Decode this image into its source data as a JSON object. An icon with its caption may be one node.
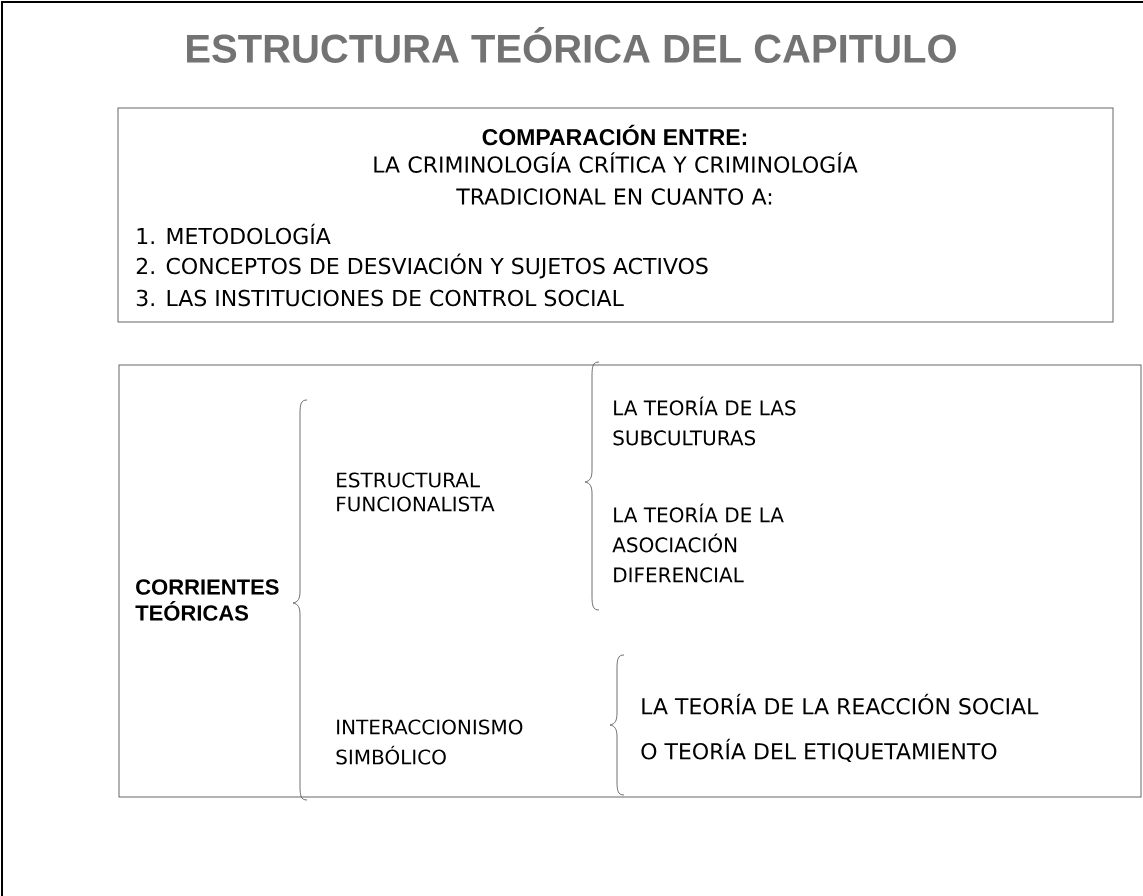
{
  "diagram": {
    "title": "ESTRUCTURA TEÓRICA DEL CAPITULO",
    "nodes": [
      {
        "text": [
          "COMPARACIÓN ENTRE:",
          "LA CRIMINOLOGÍA CRÍTICA Y CRIMINOLOGÍA TRADICIONAL EN CUANTO A:",
          "1. METODOLOGÍA",
          "2. CONCEPTOS DE DESVIACIÓN Y SUJETOS ACTIVOS",
          "3. LAS INSTITUCIONES DE CONTROL SOCIAL"
        ]
      },
      {
        "text": [],
        "shape": "box"
      },
      {
        "text": [
          "CORRIENTES TEÓRICAS"
        ],
        "in": 1
      },
      {
        "text": [
          "ESTRUCTURAL FUNCIONALISTA"
        ],
        "in": 1
      },
      {
        "text": [
          "LA TEORÍA DE LAS SUBCULTURAS"
        ],
        "in": 1
      },
      {
        "text": [
          "LA TEORÍA DE LA ASOCIACIÓN DIFERENCIAL"
        ],
        "in": 1
      },
      {
        "text": [
          "INTERACCIONISMO SIMBÓLICO"
        ],
        "in": 1
      },
      {
        "text": [
          "LA TEORÍA DE LA REACCIÓN SOCIAL O TEORÍA DEL ETIQUETAMIENTO"
        ],
        "in": 1
      }
    ]
  }
}
